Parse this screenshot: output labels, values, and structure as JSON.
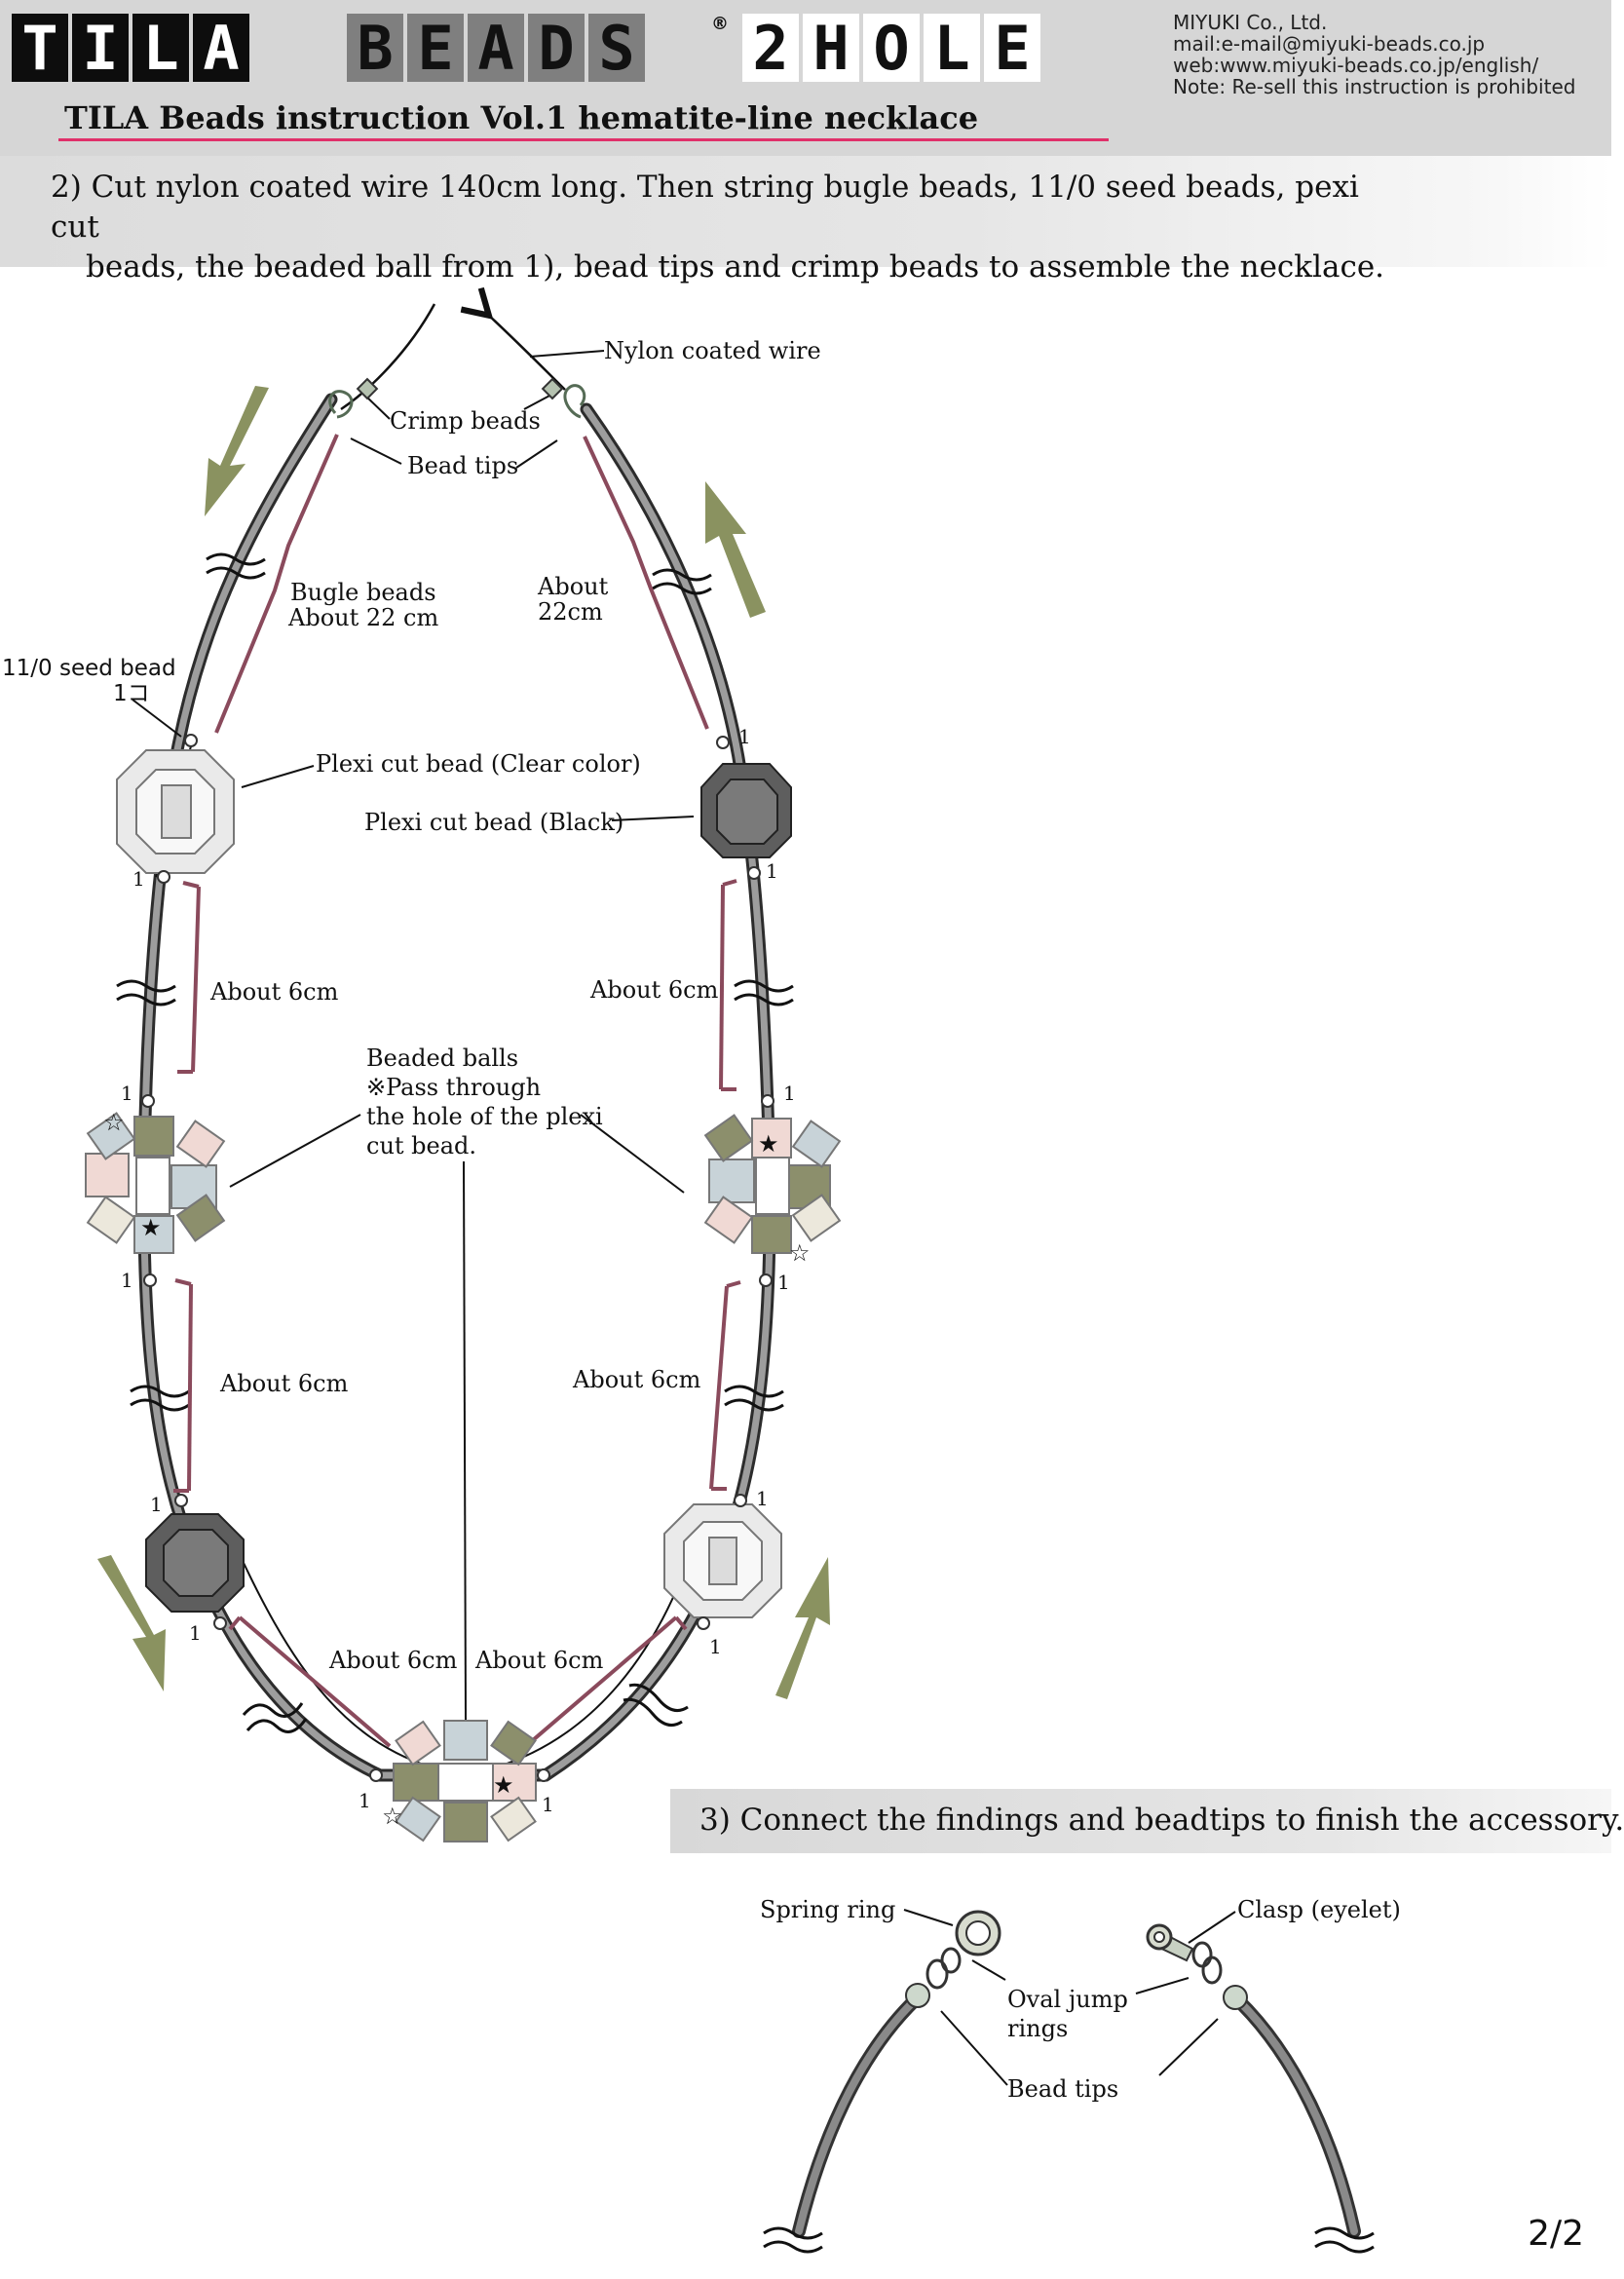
{
  "header": {
    "logo_tila": [
      "T",
      "I",
      "L",
      "A"
    ],
    "logo_beads": [
      "B",
      "E",
      "A",
      "D",
      "S"
    ],
    "logo_reg": "®",
    "logo_2hole": [
      "2",
      "H",
      "O",
      "L",
      "E"
    ],
    "company_lines": [
      "MIYUKI Co., Ltd.",
      "mail:e-mail@miyuki-beads.co.jp",
      "web:www.miyuki-beads.co.jp/english/",
      "Note: Re-sell this instruction is prohibited"
    ],
    "title": "TILA Beads instruction Vol.1 hematite-line necklace",
    "accent_color": "#e0306a"
  },
  "step2": {
    "line1": "2) Cut nylon coated wire 140cm long. Then string bugle beads, 11/0 seed beads, pexi cut",
    "line2": "beads, the beaded ball from 1), bead tips and crimp beads to assemble the necklace."
  },
  "labels": {
    "nylon_wire": "Nylon coated wire",
    "crimp_beads": "Crimp beads",
    "bead_tips": "Bead tips",
    "bugle_beads": "Bugle beads",
    "bugle_about": "About 22 cm",
    "about": "About",
    "cm22": "22cm",
    "seed_bead": "11/0 seed bead",
    "seed_count": "1コ",
    "plexi_clear": "Plexi cut bead (Clear color)",
    "plexi_black": "Plexi cut bead (Black)",
    "about_6cm": "About 6cm",
    "beaded_balls": "Beaded balls",
    "pass_through": "※Pass through",
    "hole_line": "the hole of the plexi",
    "cut_bead": "cut bead.",
    "count_one": "1"
  },
  "step3": {
    "text": "3) Connect the findings and beadtips to finish the accessory.",
    "spring_ring": "Spring ring",
    "clasp": "Clasp (eyelet)",
    "oval_jump": "Oval jump",
    "rings": "rings",
    "bead_tips": "Bead tips"
  },
  "page_number": "2/2",
  "colors": {
    "arrow_green": "#8a9260",
    "bracket_red": "#8a4a5c",
    "wire_gray": "#6e6e6e"
  }
}
